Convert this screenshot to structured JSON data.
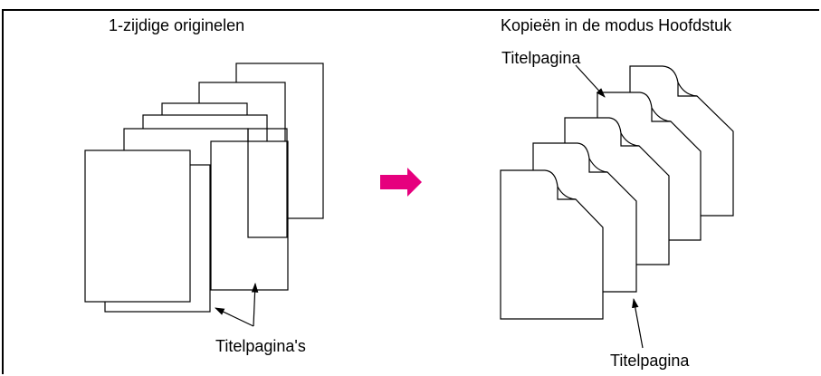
{
  "left_panel": {
    "title": "1-zijdige originelen",
    "pointer_label": "Titelpagina's"
  },
  "right_panel": {
    "title": "Kopieën in de modus Hoofdstuk",
    "top_pointer_label": "Titelpagina",
    "bottom_pointer_label": "Titelpagina"
  },
  "colors": {
    "arrow": "#e6007e",
    "stroke": "#000000",
    "page_fill": "#ffffff"
  }
}
